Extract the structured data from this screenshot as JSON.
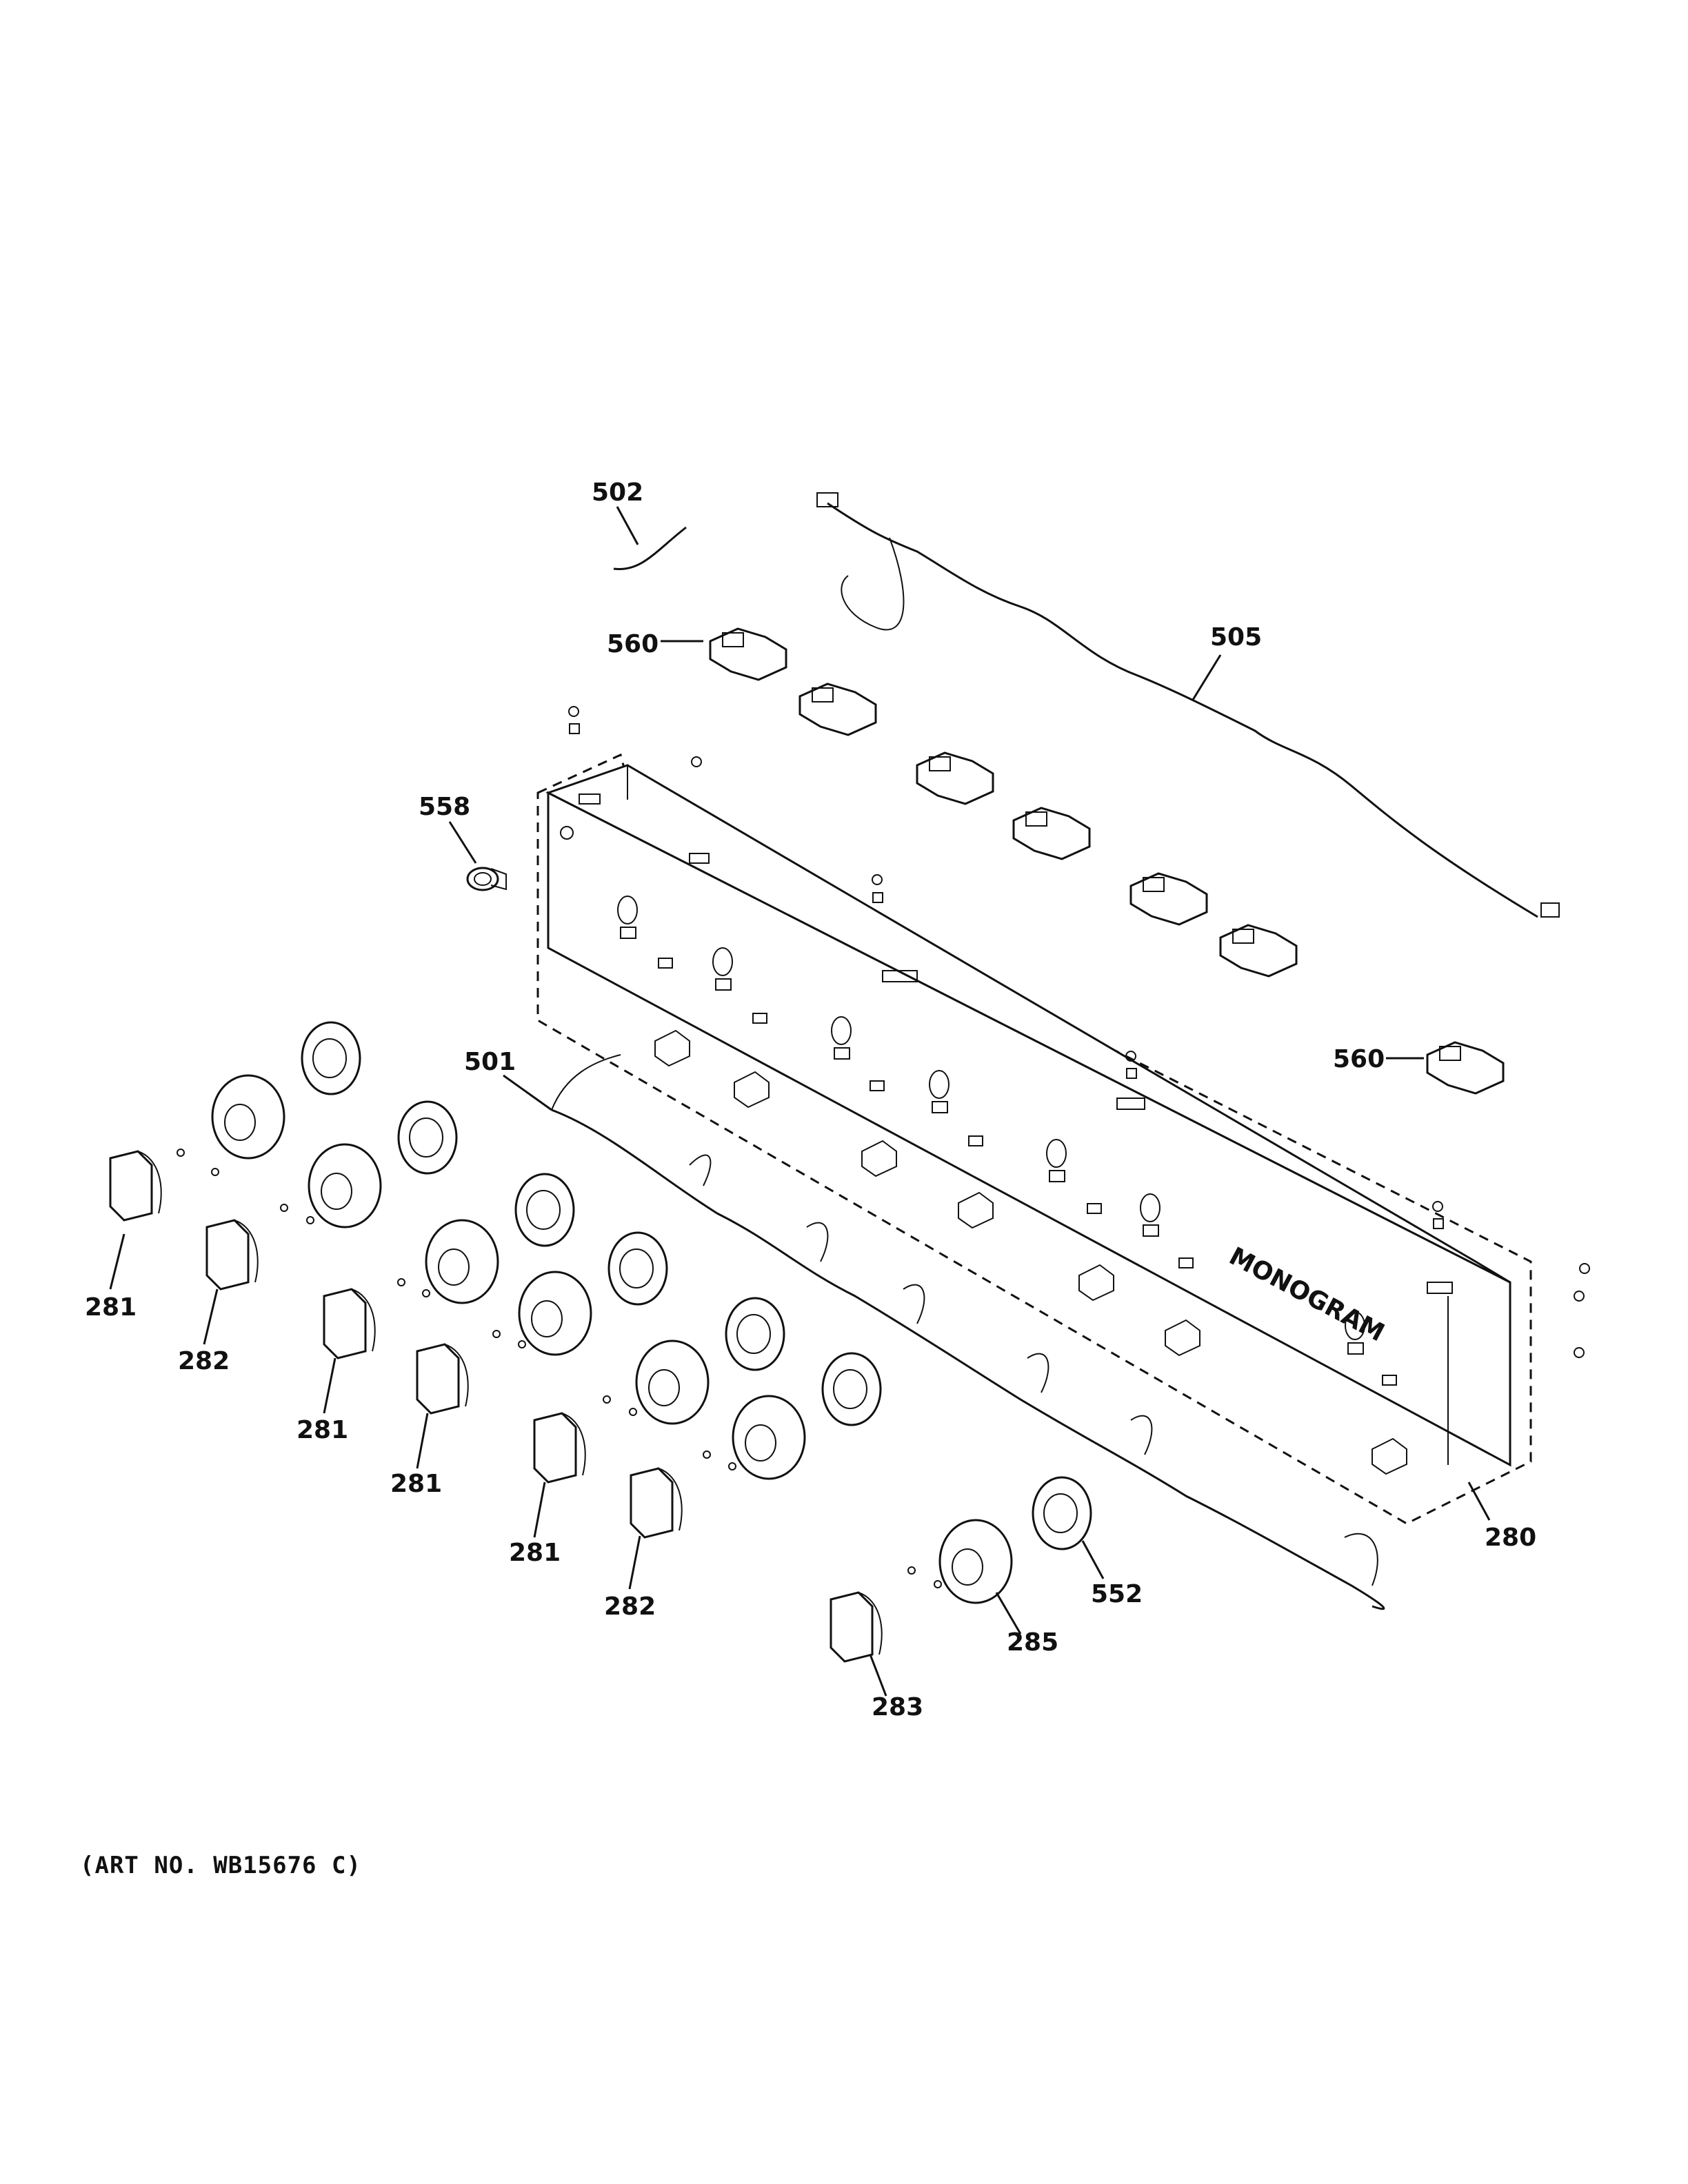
{
  "diagram": {
    "part_labels": {
      "p502": "502",
      "p505": "505",
      "p560a": "560",
      "p560b": "560",
      "p558": "558",
      "p501": "501",
      "p280": "280",
      "p281a": "281",
      "p281b": "281",
      "p281c": "281",
      "p281d": "281",
      "p282a": "282",
      "p282b": "282",
      "p283": "283",
      "p285": "285",
      "p552": "552"
    },
    "brand_mark": "MONOGRAM",
    "art_number": "(ART NO. WB15676 C)"
  }
}
